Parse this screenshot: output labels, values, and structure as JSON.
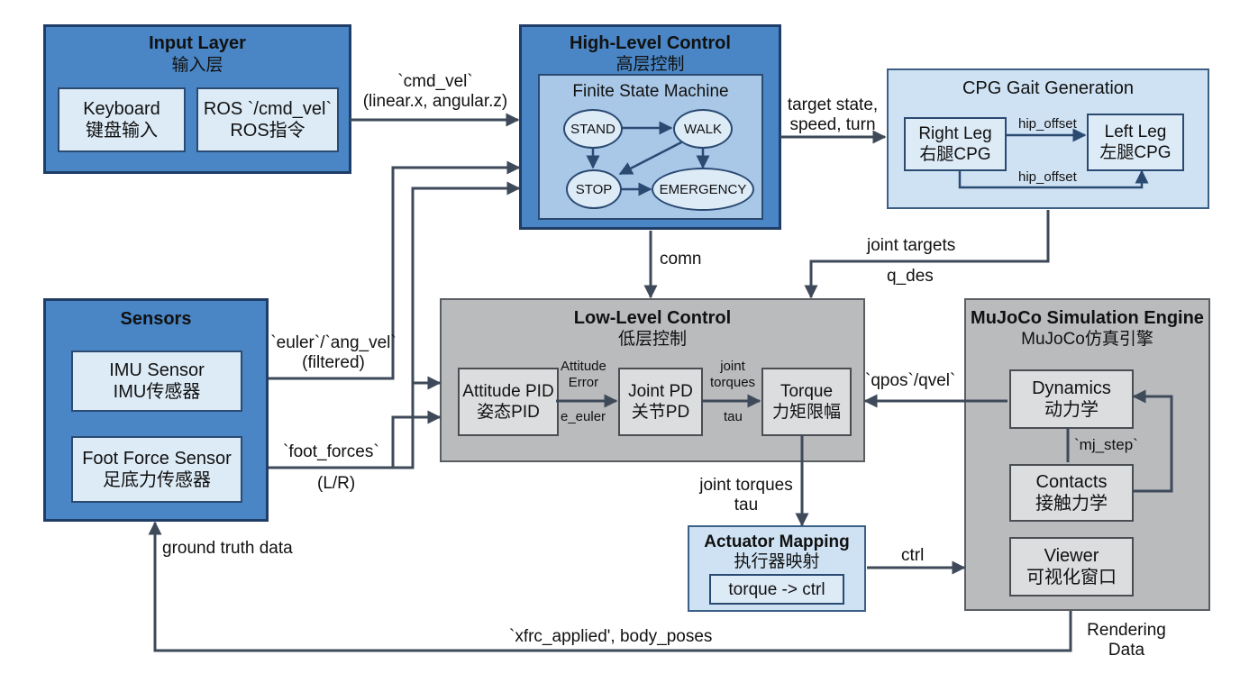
{
  "input_layer": {
    "title": "Input Layer",
    "subtitle": "输入层",
    "keyboard": {
      "line1": "Keyboard",
      "line2": "键盘输入"
    },
    "ros": {
      "line1": "ROS `/cmd_vel`",
      "line2": "ROS指令"
    }
  },
  "high_level": {
    "title": "High-Level Control",
    "subtitle": "高层控制",
    "fsm_title": "Finite State Machine",
    "states": {
      "stand": "STAND",
      "walk": "WALK",
      "stop": "STOP",
      "emergency": "EMERGENCY"
    }
  },
  "cpg": {
    "title": "CPG Gait Generation",
    "right": {
      "line1": "Right Leg",
      "line2": "右腿CPG"
    },
    "left": {
      "line1": "Left Leg",
      "line2": "左腿CPG"
    },
    "hip_top": "hip_offset",
    "hip_bottom": "hip_offset"
  },
  "sensors": {
    "title": "Sensors",
    "imu": {
      "line1": "IMU Sensor",
      "line2": "IMU传感器"
    },
    "foot": {
      "line1": "Foot Force Sensor",
      "line2": "足底力传感器"
    }
  },
  "low_level": {
    "title": "Low-Level Control",
    "subtitle": "低层控制",
    "attitude": {
      "line1": "Attitude PID",
      "line2": "姿态PID"
    },
    "joint": {
      "line1": "Joint PD",
      "line2": "关节PD"
    },
    "torque": {
      "line1": "Torque",
      "line2": "力矩限幅"
    },
    "att_err1": "Attitude",
    "att_err2": "Error",
    "e_euler": "e_euler",
    "jt1": "joint",
    "jt2": "torques",
    "tau": "tau"
  },
  "mujoco": {
    "title": "MuJoCo Simulation Engine",
    "subtitle": "MuJoCo仿真引擎",
    "dynamics": {
      "line1": "Dynamics",
      "line2": "动力学"
    },
    "contacts": {
      "line1": "Contacts",
      "line2": "接触力学"
    },
    "viewer": {
      "line1": "Viewer",
      "line2": "可视化窗口"
    },
    "mj_step": "`mj_step`"
  },
  "actuator": {
    "title": "Actuator Mapping",
    "subtitle": "执行器映射",
    "inner": "torque -> ctrl"
  },
  "labels": {
    "cmd_vel1": "`cmd_vel`",
    "cmd_vel2": "(linear.x, angular.z)",
    "target1": "target state,",
    "target2": "speed, turn",
    "comn": "comn",
    "jtargets1": "joint targets",
    "jtargets2": "q_des",
    "euler1": "`euler`/`ang_vel`",
    "euler2": "(filtered)",
    "foot1": "`foot_forces`",
    "foot2": "(L/R)",
    "qpos": "`qpos`/qvel`",
    "jtorques1": "joint torques",
    "jtorques2": "tau",
    "ctrl": "ctrl",
    "ground": "ground truth data",
    "xfrc": "`xfrc_applied', body_poses",
    "render1": "Rendering",
    "render2": "Data"
  }
}
